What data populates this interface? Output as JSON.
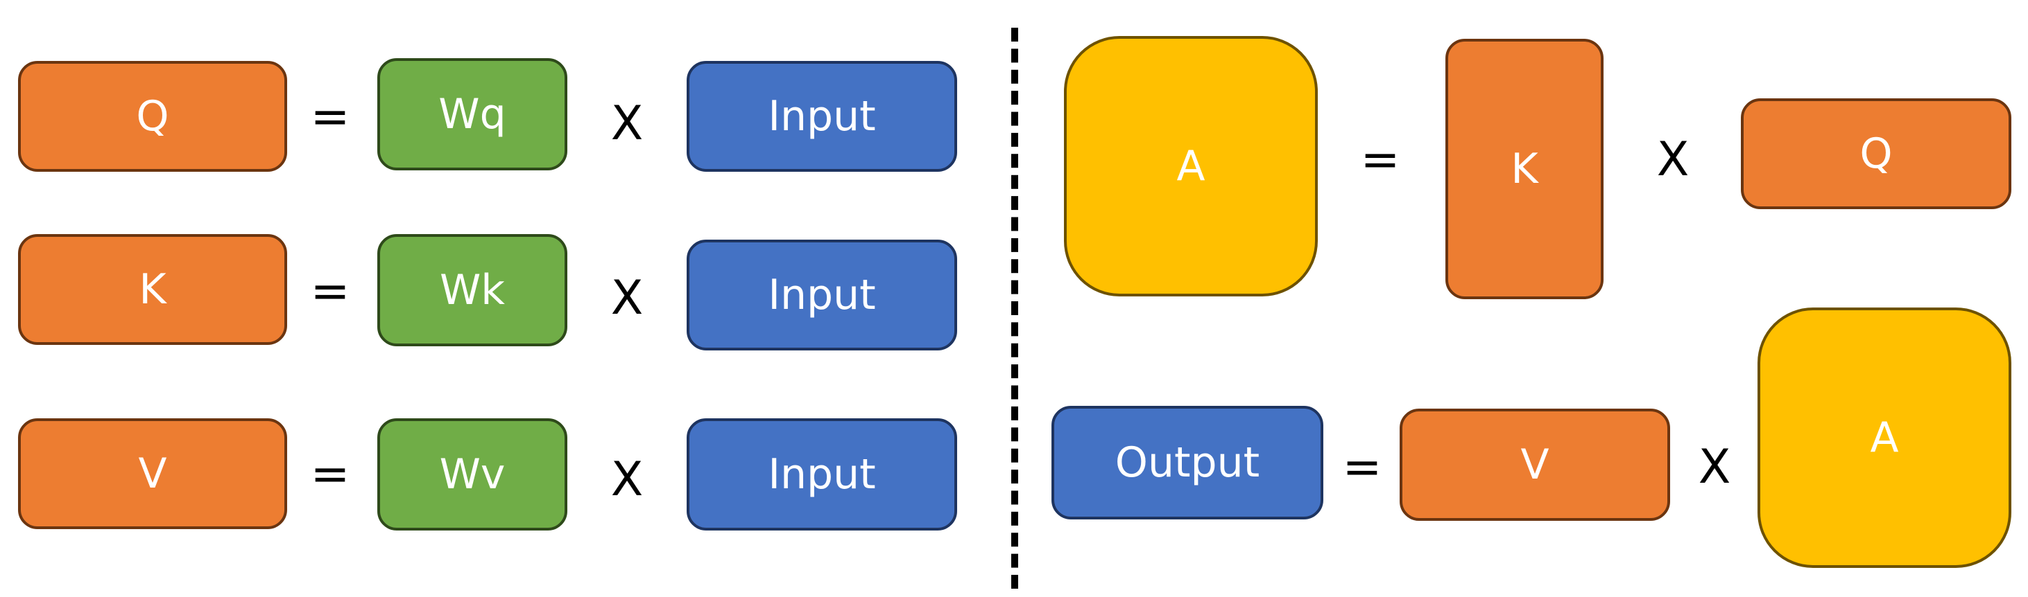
{
  "left": {
    "rows": [
      {
        "lhs": "Q",
        "eq": "=",
        "weight": "Wq",
        "op": "X",
        "input": "Input"
      },
      {
        "lhs": "K",
        "eq": "=",
        "weight": "Wk",
        "op": "X",
        "input": "Input"
      },
      {
        "lhs": "V",
        "eq": "=",
        "weight": "Wv",
        "op": "X",
        "input": "Input"
      }
    ]
  },
  "right": {
    "eq1": {
      "lhs": "A",
      "eq": "=",
      "m1": "K",
      "op": "X",
      "m2": "Q"
    },
    "eq2": {
      "lhs": "Output",
      "eq": "=",
      "m1": "V",
      "op": "X",
      "m2": "A"
    }
  },
  "colors": {
    "orange": "#ED7D31",
    "green": "#70AD47",
    "blue": "#4472C4",
    "yellow": "#FFC000"
  }
}
